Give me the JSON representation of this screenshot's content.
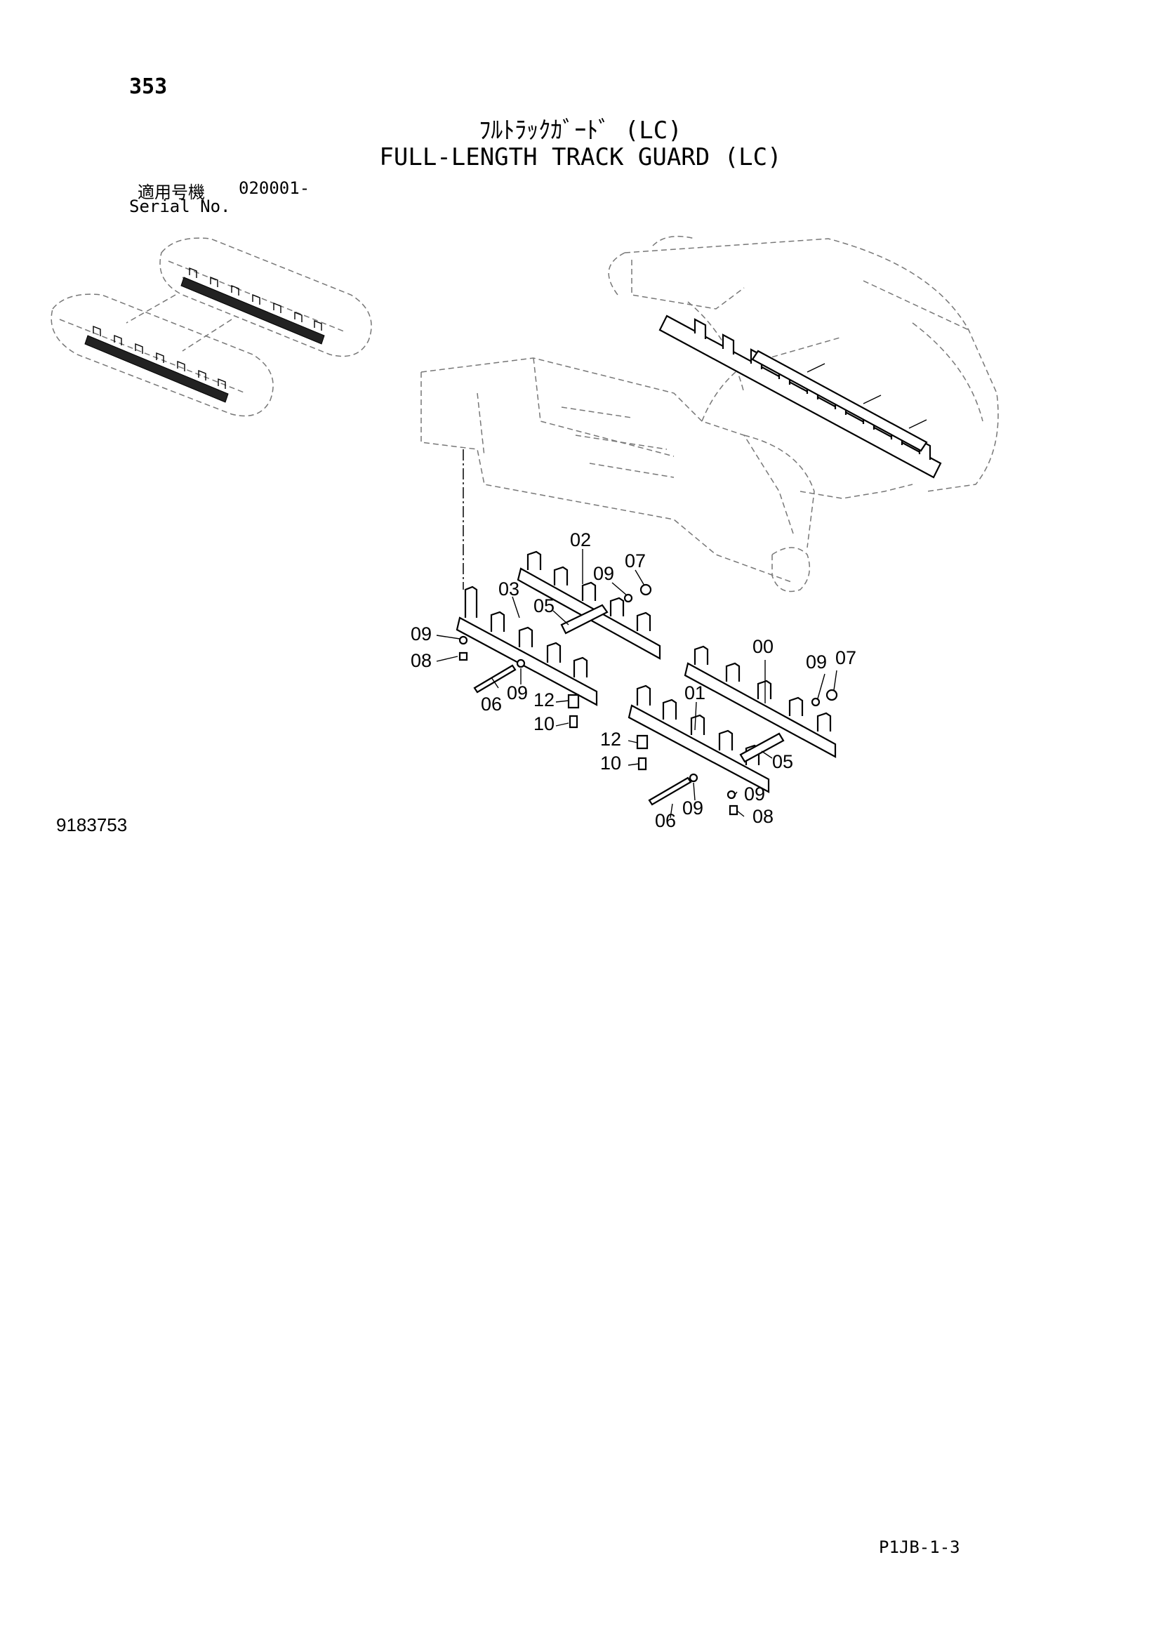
{
  "page_number": "353",
  "title_jp": "ﾌﾙﾄﾗｯｸｶﾞｰﾄﾞ (LC)",
  "title_en": "FULL-LENGTH TRACK GUARD (LC)",
  "serial": {
    "label_jp": "適用号機",
    "value": "020001-",
    "label_en": "Serial No."
  },
  "figure_id": "9183753",
  "footer_code": "P1JB-1-3",
  "callouts": {
    "c02": "02",
    "c07a": "07",
    "c09a": "09",
    "c03": "03",
    "c05a": "05",
    "c09b": "09",
    "c08a": "08",
    "c06a": "06",
    "c09c": "09",
    "c12a": "12",
    "c10a": "10",
    "c00": "00",
    "c09d": "09",
    "c07b": "07",
    "c01": "01",
    "c12b": "12",
    "c10b": "10",
    "c05b": "05",
    "c09e": "09",
    "c06b": "06",
    "c09f": "09",
    "c08b": "08"
  }
}
